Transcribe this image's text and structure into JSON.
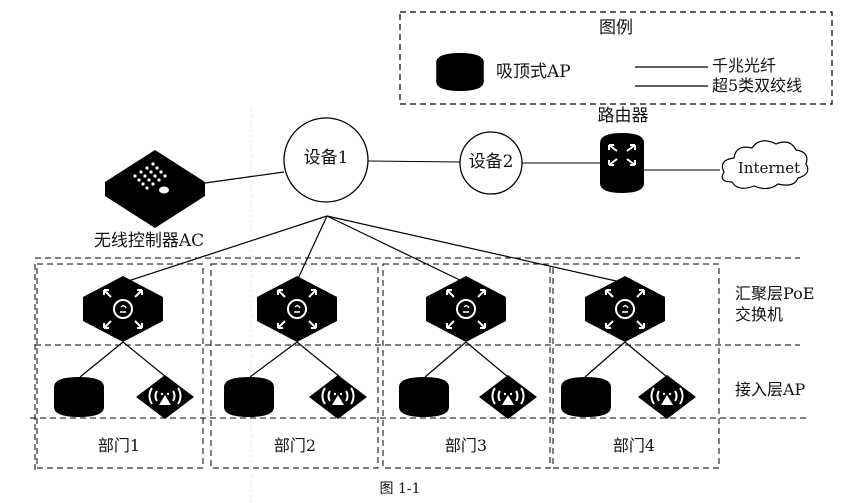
{
  "legend": {
    "title": "图例",
    "ap_label": "吸顶式AP",
    "line1_label": "千兆光纤",
    "line2_label": "超5类双绞线"
  },
  "nodes": {
    "device1": "设备1",
    "device2": "设备2",
    "router": "路由器",
    "internet": "Internet",
    "ac": "无线控制器AC"
  },
  "layers": {
    "aggregation_line1": "汇聚层PoE",
    "aggregation_line2": "交换机",
    "access": "接入层AP"
  },
  "departments": [
    {
      "label": "部门1"
    },
    {
      "label": "部门2"
    },
    {
      "label": "部门3"
    },
    {
      "label": "部门4"
    }
  ],
  "caption": "图 1-1",
  "colors": {
    "ink": "#000000",
    "background": "#ffffff"
  }
}
